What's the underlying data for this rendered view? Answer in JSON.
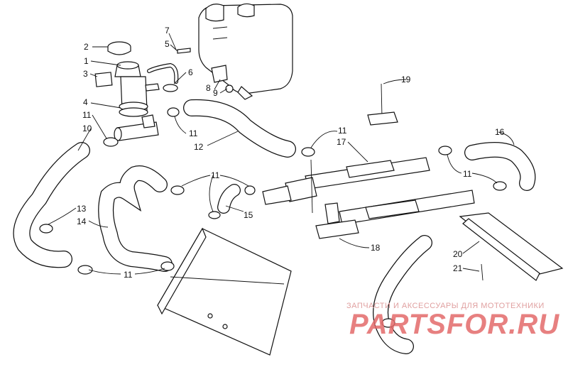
{
  "callouts": {
    "c1": "1",
    "c2": "2",
    "c3": "3",
    "c4": "4",
    "c5": "5",
    "c6": "6",
    "c7": "7",
    "c8": "8",
    "c9": "9",
    "c10": "10",
    "c11a": "11",
    "c11b": "11",
    "c11c": "11",
    "c11d": "11",
    "c11e": "11",
    "c11f": "11",
    "c12": "12",
    "c13": "13",
    "c14": "14",
    "c15": "15",
    "c16": "16",
    "c17": "17",
    "c18": "18",
    "c19": "19",
    "c20": "20",
    "c21": "21"
  },
  "watermark": {
    "line1": "ЗАПЧАСТИ И АКСЕССУАРЫ ДЛЯ МОТОТЕХНИКИ",
    "line2": "PARTSFOR.RU"
  },
  "colors": {
    "line": "#111111",
    "watermark": "#e36a6a"
  }
}
